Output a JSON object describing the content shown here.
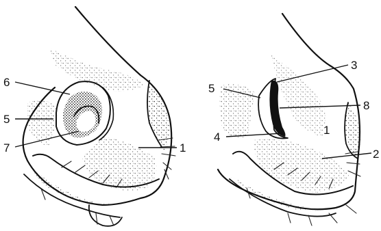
{
  "labels": {
    "left": [
      "6",
      "5",
      "7",
      "1"
    ],
    "right": [
      "3",
      "5",
      "8",
      "4",
      "1",
      "2"
    ]
  },
  "colors": {
    "ink": "#111111",
    "background": "#ffffff"
  }
}
